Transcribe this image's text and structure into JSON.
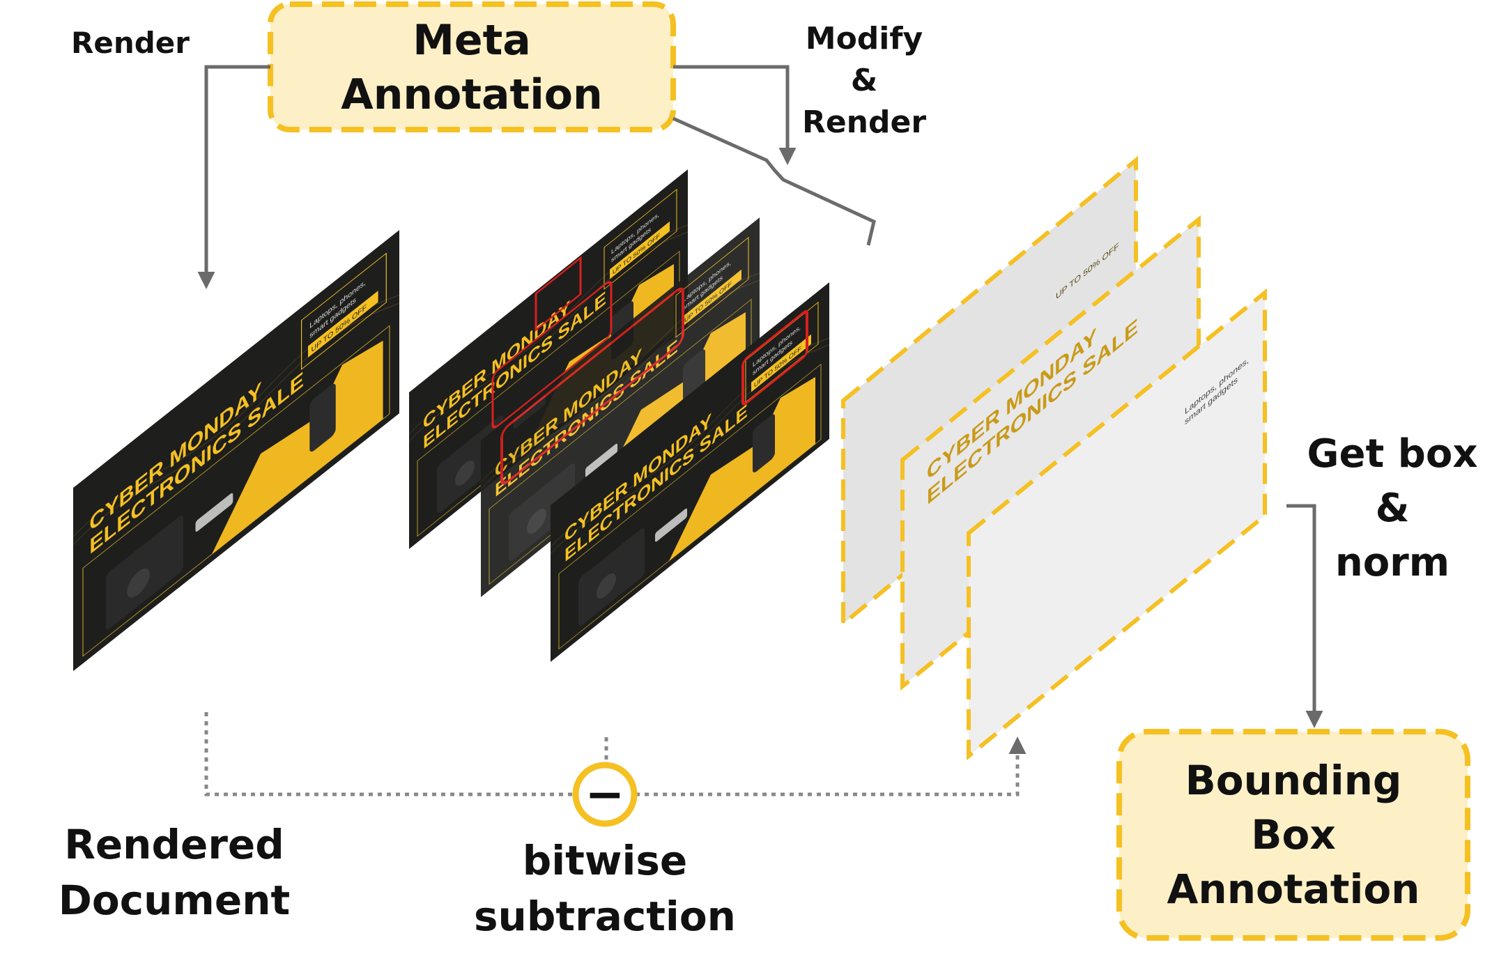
{
  "diagram": {
    "meta_box": {
      "line1": "Meta",
      "line2": "Annotation"
    },
    "render_label": "Render",
    "modify_label": {
      "line1": "Modify",
      "line2": "&",
      "line3": "Render"
    },
    "rendered_doc_label": {
      "line1": "Rendered",
      "line2": "Document"
    },
    "subtraction_label": {
      "line1": "bitwise",
      "line2": "subtraction"
    },
    "subtraction_symbol": "−",
    "getbox_label": {
      "line1": "Get box",
      "line2": "&",
      "line3": "norm"
    },
    "bbox_box": {
      "line1": "Bounding",
      "line2": "Box",
      "line3": "Annotation"
    }
  },
  "banner": {
    "title_line1": "CYBER MONDAY",
    "title_line2": "ELECTRONICS SALE",
    "promo_line1": "Laptops, phones,",
    "promo_line2": "smart gadgets",
    "discount": "UP TO 50% OFF"
  },
  "colors": {
    "accent_yellow": "#f5c022",
    "box_fill": "#fdf0c6",
    "arrow_gray": "#6b6b6b",
    "banner_dark": "#1e1e1c",
    "highlight_red": "#d9201e",
    "diff_layer_1": "#e3e3e3",
    "diff_layer_2": "#e8e8e8",
    "diff_layer_3": "#efefef"
  }
}
